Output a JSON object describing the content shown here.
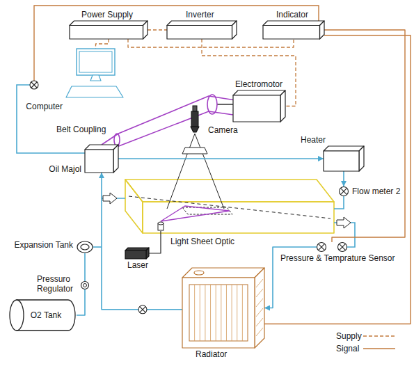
{
  "diagram": {
    "nodes": [
      {
        "text": [
          "Power Supply"
        ]
      },
      {
        "text": [
          "Inverter"
        ]
      },
      {
        "text": [
          "Indicator"
        ]
      },
      {
        "text": [
          "Computer"
        ]
      },
      {
        "text": [
          "Electromotor"
        ]
      },
      {
        "text": [
          "Camera"
        ]
      },
      {
        "text": [
          "Oil Majol"
        ]
      },
      {
        "text": [
          "Heater"
        ]
      },
      {
        "text": [
          "Flow meter 2"
        ]
      },
      {
        "text": [
          "Light Sheet Optic"
        ]
      },
      {
        "text": [
          "Laser"
        ]
      },
      {
        "text": [
          "Pressure & Temprature Sensor"
        ]
      },
      {
        "text": [
          "Expansion Tank"
        ]
      },
      {
        "text": [
          "Pressuro Regulator"
        ]
      },
      {
        "text": [
          "O2 Tank"
        ]
      },
      {
        "text": [
          "Radiator"
        ]
      }
    ],
    "edges": [
      {
        "from": 0,
        "to": 1,
        "arrow": "none"
      },
      {
        "from": 1,
        "to": 4,
        "arrow": "none"
      },
      {
        "from": 0,
        "to": 3,
        "arrow": "none"
      },
      {
        "from": 0,
        "to": 2,
        "arrow": "none"
      },
      {
        "from": 2,
        "to": 11,
        "arrow": "none"
      },
      {
        "from": 2,
        "to": 15,
        "arrow": "none"
      },
      {
        "from": 4,
        "to": 6,
        "label": "Belt Coupling",
        "arrow": "none"
      },
      {
        "from": 15,
        "to": 6,
        "arrow": "to"
      },
      {
        "from": 6,
        "to": 7,
        "arrow": "to"
      },
      {
        "from": 7,
        "to": 8,
        "arrow": "to"
      },
      {
        "from": 11,
        "to": 15,
        "arrow": "to"
      },
      {
        "from": 10,
        "to": 9,
        "arrow": "none"
      },
      {
        "from": 14,
        "to": 13,
        "arrow": "none"
      },
      {
        "from": 13,
        "to": 12,
        "arrow": "none"
      }
    ],
    "legend": [
      {
        "text": "Supply"
      },
      {
        "text": "Signal"
      }
    ]
  }
}
